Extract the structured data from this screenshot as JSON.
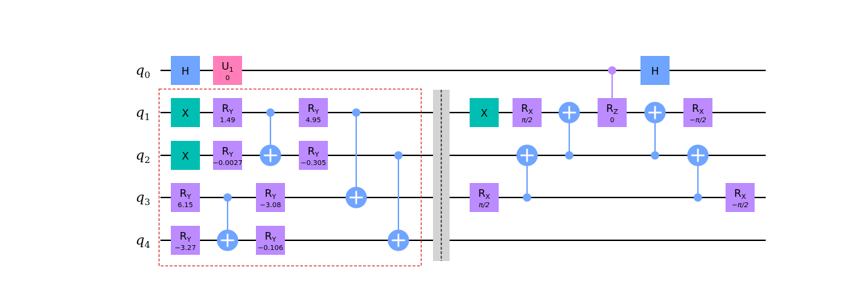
{
  "qubits": [
    {
      "label": "q",
      "index": "0"
    },
    {
      "label": "q",
      "index": "1"
    },
    {
      "label": "q",
      "index": "2"
    },
    {
      "label": "q",
      "index": "3"
    },
    {
      "label": "q",
      "index": "4"
    }
  ],
  "colors": {
    "wire": "#000000",
    "hadamard": "#6fa4ff",
    "x_gate": "#00bfb2",
    "rotation": "#bb8bff",
    "u_gate": "#ff7eb9",
    "control": "#6fa4ff",
    "barrier": "#d3d3d3",
    "subcircuit_box": "#d62728"
  },
  "gates": [
    {
      "id": "h-q0-1",
      "qubit": 0,
      "label": "H",
      "sub": "",
      "param": "",
      "color": "hadamard"
    },
    {
      "id": "u1-q0",
      "qubit": 0,
      "label": "U",
      "sub": "1",
      "param": "0",
      "color": "u_gate"
    },
    {
      "id": "x-q1-1",
      "qubit": 1,
      "label": "X",
      "sub": "",
      "param": "",
      "color": "x_gate"
    },
    {
      "id": "ry-q1-1",
      "qubit": 1,
      "label": "R",
      "sub": "Y",
      "param": "1.49",
      "color": "rotation"
    },
    {
      "id": "ry-q1-2",
      "qubit": 1,
      "label": "R",
      "sub": "Y",
      "param": "4.95",
      "color": "rotation"
    },
    {
      "id": "x-q2-1",
      "qubit": 2,
      "label": "X",
      "sub": "",
      "param": "",
      "color": "x_gate"
    },
    {
      "id": "ry-q2-1",
      "qubit": 2,
      "label": "R",
      "sub": "Y",
      "param": "−0.0027",
      "color": "rotation"
    },
    {
      "id": "ry-q2-2",
      "qubit": 2,
      "label": "R",
      "sub": "Y",
      "param": "−0.305",
      "color": "rotation"
    },
    {
      "id": "ry-q3-1",
      "qubit": 3,
      "label": "R",
      "sub": "Y",
      "param": "6.15",
      "color": "rotation"
    },
    {
      "id": "ry-q3-2",
      "qubit": 3,
      "label": "R",
      "sub": "Y",
      "param": "−3.08",
      "color": "rotation"
    },
    {
      "id": "ry-q4-1",
      "qubit": 4,
      "label": "R",
      "sub": "Y",
      "param": "−3.27",
      "color": "rotation"
    },
    {
      "id": "ry-q4-2",
      "qubit": 4,
      "label": "R",
      "sub": "Y",
      "param": "−0.106",
      "color": "rotation"
    },
    {
      "id": "x-q1-2",
      "qubit": 1,
      "label": "X",
      "sub": "",
      "param": "",
      "color": "x_gate"
    },
    {
      "id": "rx-q1-1",
      "qubit": 1,
      "label": "R",
      "sub": "X",
      "param": "π/2",
      "color": "rotation"
    },
    {
      "id": "rx-q3-1",
      "qubit": 3,
      "label": "R",
      "sub": "X",
      "param": "π/2",
      "color": "rotation"
    },
    {
      "id": "h-q0-2",
      "qubit": 0,
      "label": "H",
      "sub": "",
      "param": "",
      "color": "hadamard"
    },
    {
      "id": "rx-q1-2",
      "qubit": 1,
      "label": "R",
      "sub": "X",
      "param": "−π/2",
      "color": "rotation"
    },
    {
      "id": "rx-q3-2",
      "qubit": 3,
      "label": "R",
      "sub": "X",
      "param": "−π/2",
      "color": "rotation"
    }
  ],
  "controlled_gates": [
    {
      "id": "cx-1-2",
      "type": "cx",
      "control": 1,
      "target": 2
    },
    {
      "id": "cx-3-4",
      "type": "cx",
      "control": 3,
      "target": 4
    },
    {
      "id": "cx-1-3",
      "type": "cx",
      "control": 1,
      "target": 3
    },
    {
      "id": "cx-2-4",
      "type": "cx",
      "control": 2,
      "target": 4
    },
    {
      "id": "cx-3-2",
      "type": "cx",
      "control": 3,
      "target": 2
    },
    {
      "id": "cx-2-1",
      "type": "cx",
      "control": 2,
      "target": 1
    },
    {
      "id": "crz-0-1",
      "type": "crz",
      "control": 0,
      "target": 1,
      "label": "R",
      "sub": "Z",
      "param": "0"
    },
    {
      "id": "cx-2-1b",
      "type": "cx",
      "control": 2,
      "target": 1
    },
    {
      "id": "cx-3-2b",
      "type": "cx",
      "control": 3,
      "target": 2
    }
  ]
}
